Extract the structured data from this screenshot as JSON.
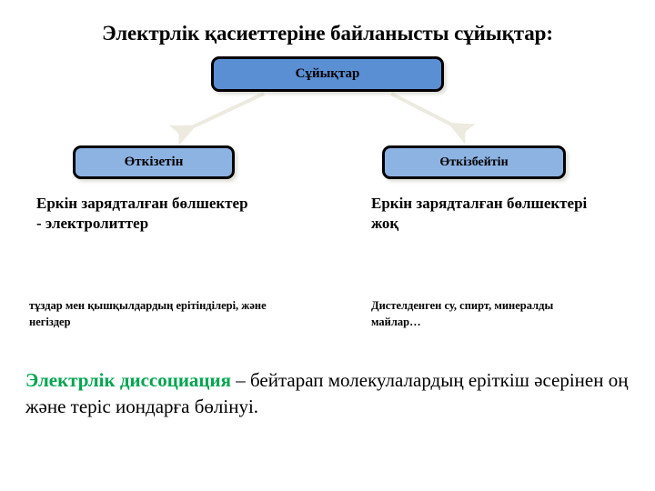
{
  "slide": {
    "title": "Электрлік қасиеттеріне байланысты сұйықтар:",
    "background_color": "#ffffff"
  },
  "diagram": {
    "type": "tree",
    "root": {
      "id": "node-top",
      "label": "Сұйықтар",
      "fill_color": "#5B8FD4",
      "border_color": "#000000"
    },
    "children": [
      {
        "id": "node-left",
        "label": "Өткізетін",
        "fill_color": "#8DB3E2",
        "border_color": "#000000"
      },
      {
        "id": "node-right",
        "label": "Өткізбейтін",
        "fill_color": "#8DB3E2",
        "border_color": "#000000"
      }
    ],
    "connector_color": "#EDEAE0"
  },
  "columns": {
    "left": {
      "heading": "Еркін зарядталған бөлшектер  - электролиттер",
      "examples": "тұздар мен қышқылдардың ерітінділері,  және негіздер"
    },
    "right": {
      "heading": "Еркін зарядталған бөлшектері жоқ",
      "examples": "Дистелденген су, спирт, минералды майлар…"
    }
  },
  "definition": {
    "term": "Электрлік диссоциация",
    "term_color": "#00A550",
    "body": " – бейтарап молекулалардың еріткіш әсерінен оң және теріс иондарға бөлінуі."
  }
}
